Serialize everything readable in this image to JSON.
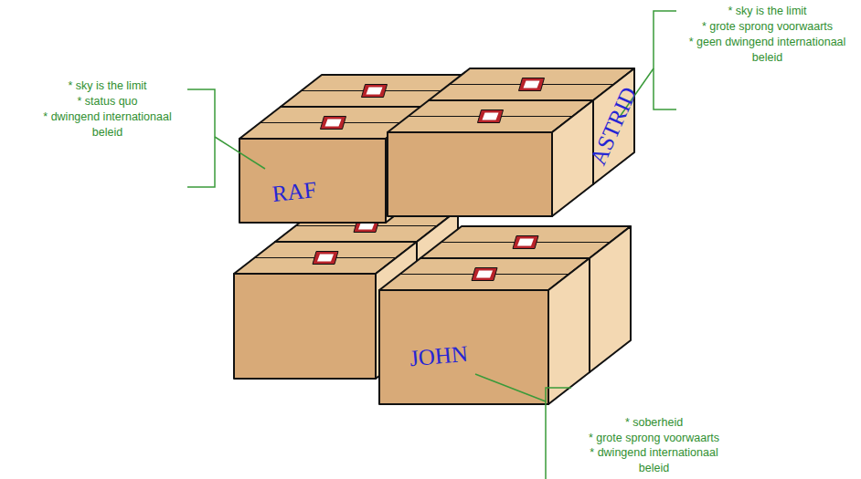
{
  "diagram": {
    "nodes": [
      {
        "text": [
          "RAF"
        ]
      },
      {
        "text": [
          "ASTRID"
        ]
      },
      {
        "text": [
          "JOHN"
        ]
      }
    ],
    "labels": [
      "* sky is the limit",
      "* status quo",
      "* dwingend internationaal beleid",
      "* sky is the limit",
      "* grote sprong voorwaarts",
      "* geen dwingend internationaal beleid",
      "* soberheid",
      "* grote sprong voorwaarts",
      "* dwingend internationaal beleid"
    ]
  }
}
